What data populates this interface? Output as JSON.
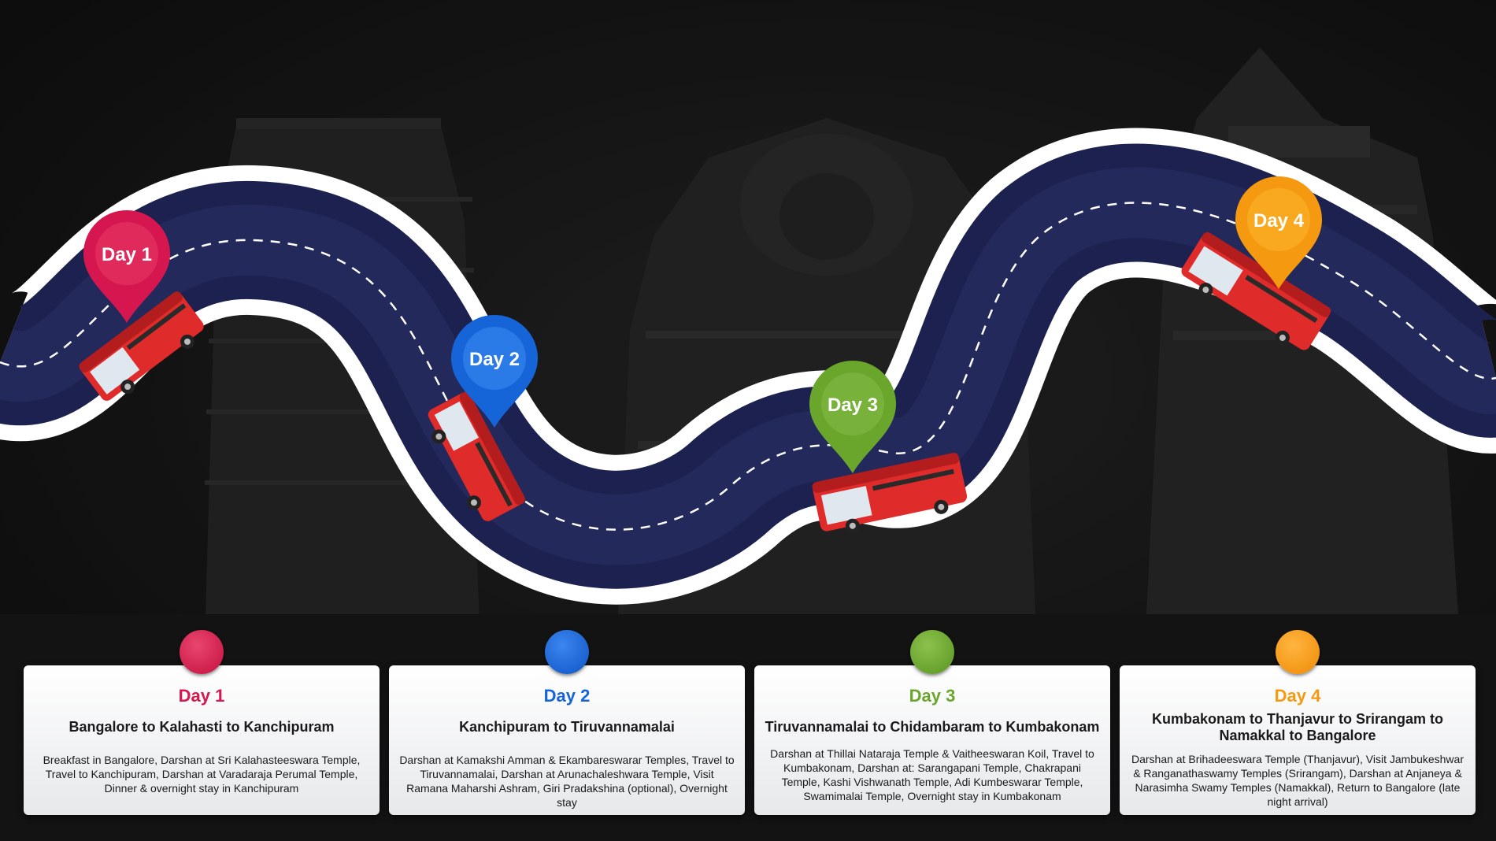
{
  "colors": {
    "day1": "#d6174f",
    "day2": "#1565d8",
    "day3": "#6aa52c",
    "day4": "#f59a10",
    "road": "#1a1f52",
    "road_edge": "#ffffff"
  },
  "pins": [
    {
      "label": "Day 1"
    },
    {
      "label": "Day 2"
    },
    {
      "label": "Day 3"
    },
    {
      "label": "Day 4"
    }
  ],
  "cards": [
    {
      "day": "Day 1",
      "route": "Bangalore to Kalahasti to Kanchipuram",
      "description": "Breakfast in Bangalore, Darshan at Sri Kalahasteeswara Temple, Travel to Kanchipuram, Darshan at Varadaraja Perumal Temple, Dinner & overnight stay in Kanchipuram"
    },
    {
      "day": "Day 2",
      "route": "Kanchipuram to Tiruvannamalai",
      "description": "Darshan at Kamakshi Amman & Ekambareswarar Temples, Travel to Tiruvannamalai, Darshan at Arunachaleshwara Temple, Visit Ramana Maharshi Ashram, Giri Pradakshina (optional), Overnight stay"
    },
    {
      "day": "Day 3",
      "route": "Tiruvannamalai to Chidambaram to Kumbakonam",
      "description": "Darshan at Thillai Nataraja Temple & Vaitheeswaran Koil, Travel to Kumbakonam, Darshan at: Sarangapani Temple, Chakrapani Temple, Kashi Vishwanath Temple, Adi Kumbeswarar Temple, Swamimalai Temple, Overnight stay in Kumbakonam"
    },
    {
      "day": "Day 4",
      "route": "Kumbakonam to Thanjavur to Srirangam to Namakkal to Bangalore",
      "description": "Darshan at Brihadeeswara Temple (Thanjavur), Visit Jambukeshwar & Ranganathaswamy Temples (Srirangam), Darshan at Anjaneya & Narasimha Swamy Temples (Namakkal), Return to Bangalore (late night arrival)"
    }
  ]
}
